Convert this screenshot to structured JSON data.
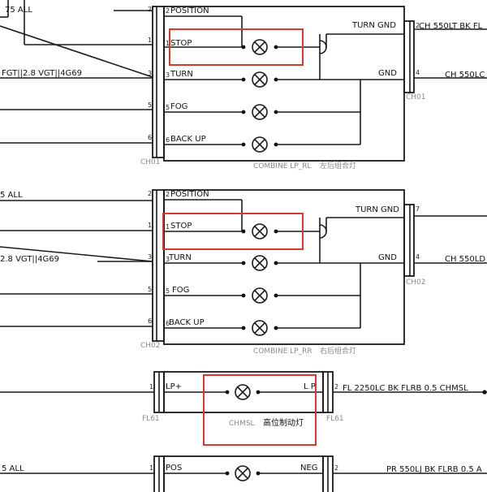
{
  "rl": {
    "wire_left_1": "75  ALL",
    "wire_left_2": "FGT||2.8 VGT||4G69",
    "pins_left": [
      "2",
      "1",
      "3",
      "5",
      "6"
    ],
    "pins_inner": [
      "2",
      "1",
      "3",
      "5",
      "6"
    ],
    "circuits": [
      "POSITION",
      "STOP",
      "TURN",
      "FOG",
      "BACK UP"
    ],
    "conn": "CH01",
    "turn_gnd": "TURN GND",
    "gnd": "GND",
    "pin_r1": "2",
    "pin_r2": "4",
    "wire_r1": "CH  550LT  BK  FL",
    "wire_r2": "CH  550LC",
    "conn_right": "CH01",
    "module": "COMBINE LP_RL",
    "module_cn": "左后组合灯"
  },
  "rr": {
    "wire_left_1": "5  ALL",
    "wire_left_2": "2.8 VGT||4G69",
    "pins_left": [
      "2",
      "1",
      "3",
      "5",
      "6"
    ],
    "pins_inner": [
      "2",
      "1",
      "3",
      "5",
      "6"
    ],
    "circuits": [
      "POSITION",
      "STOP",
      "TURN",
      "FOG",
      "BACK UP"
    ],
    "conn": "CH02",
    "turn_gnd": "TURN GND",
    "gnd": "GND",
    "pin_r1": "7",
    "pin_r2": "4",
    "wire_r2": "CH  550LD",
    "conn_right": "CH02",
    "module": "COMBINE LP_RR",
    "module_cn": "右后组合灯"
  },
  "chmsl": {
    "pin_l": "1",
    "label_l": "LP+",
    "label_r": "L P",
    "pin_r": "2",
    "wire_r": "FL  2250LC  BK  FLRB  0.5  CHMSL",
    "conn_l": "FL61",
    "conn_r": "FL61",
    "module": "CHMSL",
    "module_cn": "高位制动灯"
  },
  "pos": {
    "wire_left": "5  ALL",
    "pin_l": "1",
    "label_l": "POS",
    "label_r": "NEG",
    "pin_r": "2",
    "wire_r": "PR  550LJ  BK  FLRB  0.5  A"
  }
}
